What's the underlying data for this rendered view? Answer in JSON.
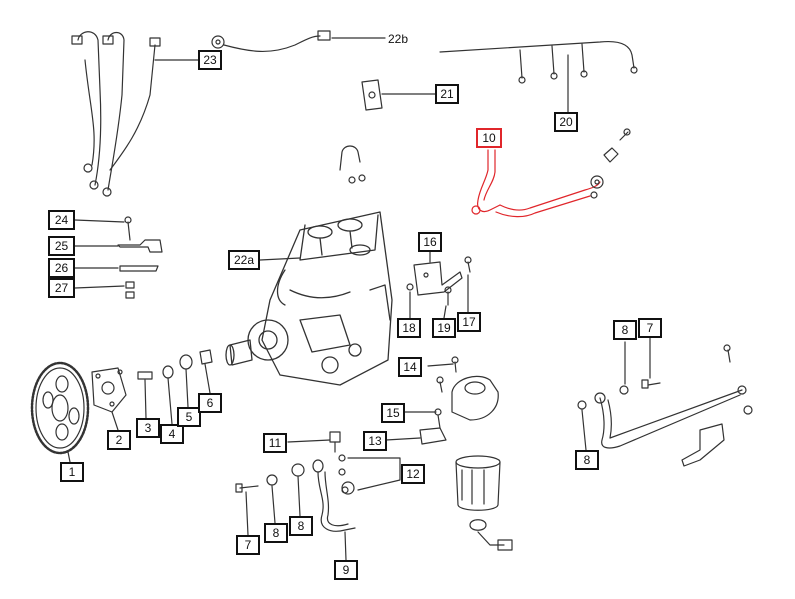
{
  "highlight_color": "#e0262b",
  "parts": [
    {
      "id": "1",
      "label": "1"
    },
    {
      "id": "2",
      "label": "2"
    },
    {
      "id": "3",
      "label": "3"
    },
    {
      "id": "4",
      "label": "4"
    },
    {
      "id": "5",
      "label": "5"
    },
    {
      "id": "6",
      "label": "6"
    },
    {
      "id": "7a",
      "label": "7"
    },
    {
      "id": "7b",
      "label": "7"
    },
    {
      "id": "8a",
      "label": "8"
    },
    {
      "id": "8b",
      "label": "8"
    },
    {
      "id": "8c",
      "label": "8"
    },
    {
      "id": "8d",
      "label": "8"
    },
    {
      "id": "9",
      "label": "9"
    },
    {
      "id": "10",
      "label": "10",
      "highlighted": true
    },
    {
      "id": "11",
      "label": "11"
    },
    {
      "id": "12",
      "label": "12"
    },
    {
      "id": "13",
      "label": "13"
    },
    {
      "id": "14",
      "label": "14"
    },
    {
      "id": "15",
      "label": "15"
    },
    {
      "id": "16",
      "label": "16"
    },
    {
      "id": "17",
      "label": "17"
    },
    {
      "id": "18",
      "label": "18"
    },
    {
      "id": "19",
      "label": "19"
    },
    {
      "id": "20",
      "label": "20"
    },
    {
      "id": "21",
      "label": "21"
    },
    {
      "id": "22a",
      "label": "22a"
    },
    {
      "id": "22b",
      "label": "22b"
    },
    {
      "id": "23",
      "label": "23"
    },
    {
      "id": "24",
      "label": "24"
    },
    {
      "id": "25",
      "label": "25"
    },
    {
      "id": "26",
      "label": "26"
    },
    {
      "id": "27",
      "label": "27"
    }
  ]
}
